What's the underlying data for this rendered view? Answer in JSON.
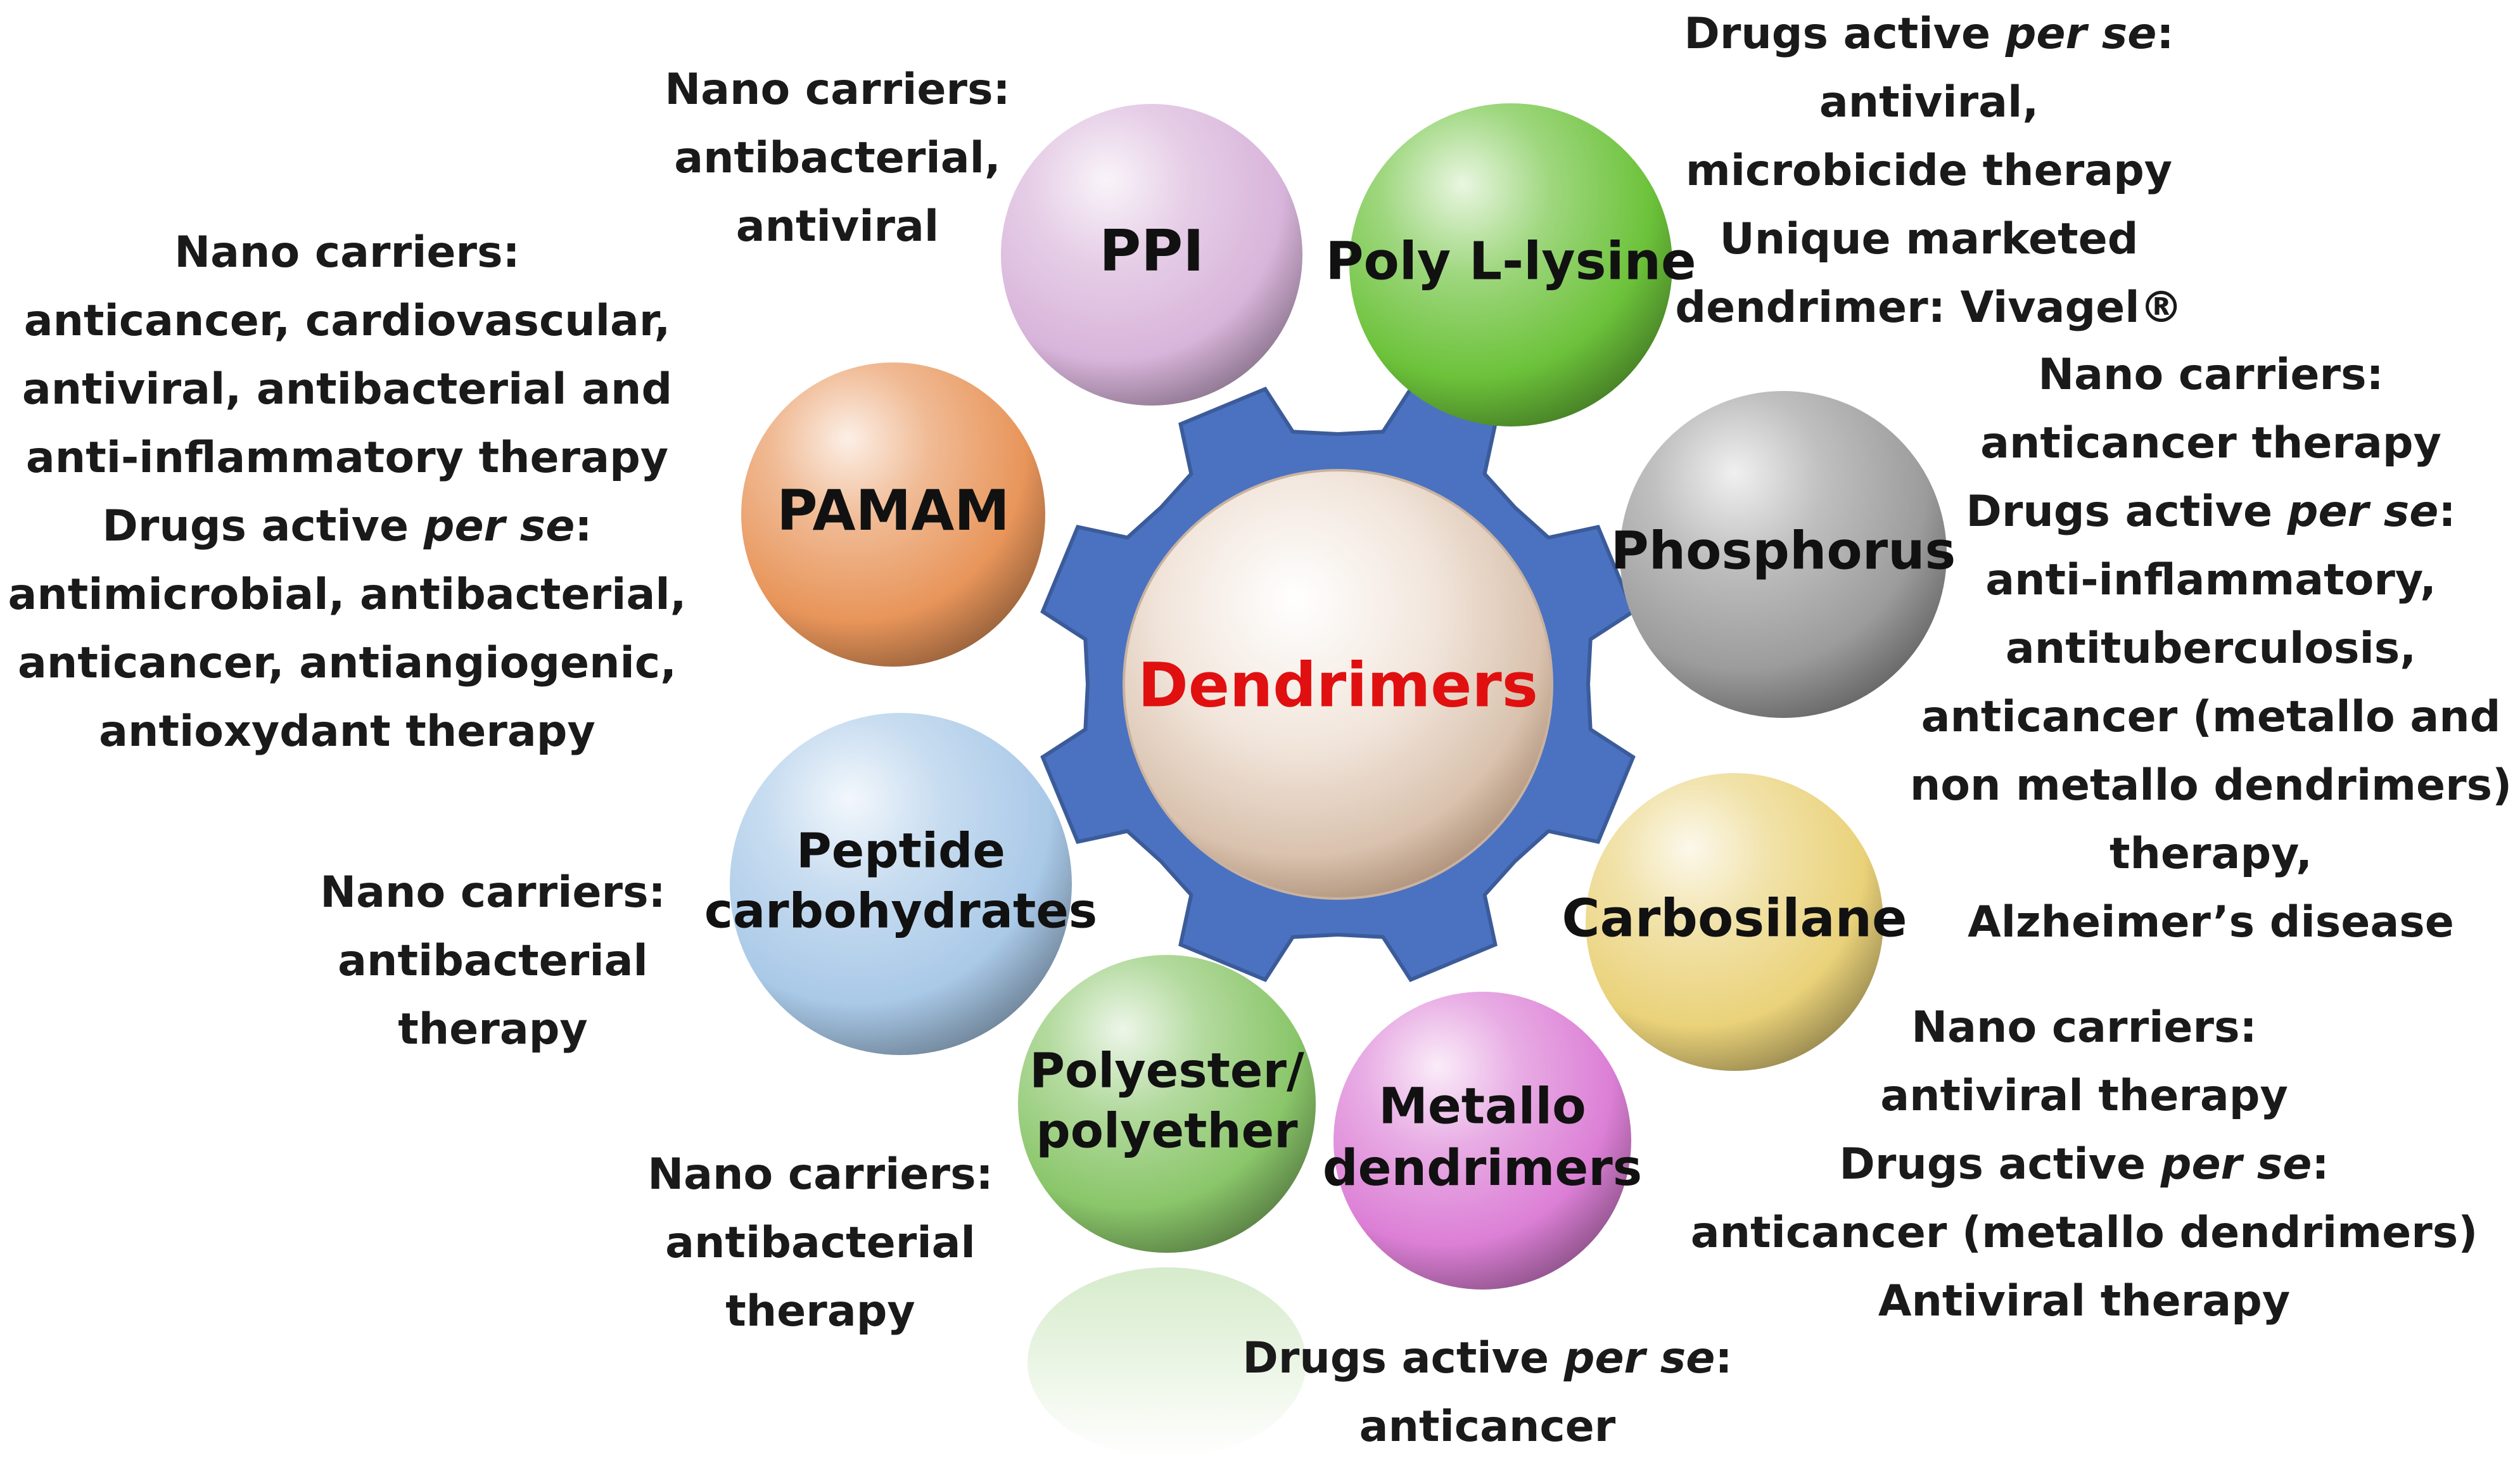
{
  "center": {
    "label": "Dendrimers",
    "color": "#e01010"
  },
  "gear_color": "#4a72c0",
  "nodes": [
    {
      "key": "ppi",
      "lines": [
        "PPI"
      ],
      "color": "#d8b4da"
    },
    {
      "key": "polylysine",
      "lines": [
        "Poly L-lysine"
      ],
      "color": "#6cc23a"
    },
    {
      "key": "phosphorus",
      "lines": [
        "Phosphorus"
      ],
      "color": "#9c9c9c"
    },
    {
      "key": "carbosilane",
      "lines": [
        "Carbosilane"
      ],
      "color": "#ead27a"
    },
    {
      "key": "metallo",
      "lines": [
        "Metallo",
        "dendrimers"
      ],
      "color": "#dc7fd6"
    },
    {
      "key": "polyester",
      "lines": [
        "Polyester/",
        "polyether"
      ],
      "color": "#8ac66a"
    },
    {
      "key": "peptide",
      "lines": [
        "Peptide",
        "carbohydrates"
      ],
      "color": "#a9c9e8"
    },
    {
      "key": "pamam",
      "lines": [
        "PAMAM"
      ],
      "color": "#e8955a"
    }
  ],
  "annotations": [
    {
      "key": "ppi",
      "lines": [
        [
          {
            "t": "Nano carriers:"
          }
        ],
        [
          {
            "t": "antibacterial,"
          }
        ],
        [
          {
            "t": "antiviral"
          }
        ]
      ]
    },
    {
      "key": "polylysine",
      "lines": [
        [
          {
            "t": "Drugs active "
          },
          {
            "t": "per se",
            "i": true
          },
          {
            "t": ":"
          }
        ],
        [
          {
            "t": "antiviral,"
          }
        ],
        [
          {
            "t": "microbicide therapy"
          }
        ],
        [
          {
            "t": "Unique marketed"
          }
        ],
        [
          {
            "t": "dendrimer: Vivagel®"
          }
        ]
      ]
    },
    {
      "key": "pamam",
      "lines": [
        [
          {
            "t": "Nano carriers:"
          }
        ],
        [
          {
            "t": "anticancer, cardiovascular,"
          }
        ],
        [
          {
            "t": "antiviral, antibacterial and"
          }
        ],
        [
          {
            "t": "anti-inflammatory therapy"
          }
        ],
        [
          {
            "t": "Drugs active "
          },
          {
            "t": "per se",
            "i": true
          },
          {
            "t": ":"
          }
        ],
        [
          {
            "t": "antimicrobial, antibacterial,"
          }
        ],
        [
          {
            "t": "anticancer, antiangiogenic,"
          }
        ],
        [
          {
            "t": "antioxydant therapy"
          }
        ]
      ]
    },
    {
      "key": "phosphorus",
      "lines": [
        [
          {
            "t": "Nano carriers:"
          }
        ],
        [
          {
            "t": "anticancer therapy"
          }
        ],
        [
          {
            "t": "Drugs active "
          },
          {
            "t": "per se",
            "i": true
          },
          {
            "t": ":"
          }
        ],
        [
          {
            "t": "anti-inflammatory,"
          }
        ],
        [
          {
            "t": "antituberculosis,"
          }
        ],
        [
          {
            "t": "anticancer (metallo and"
          }
        ],
        [
          {
            "t": "non metallo dendrimers)"
          }
        ],
        [
          {
            "t": "therapy,"
          }
        ],
        [
          {
            "t": "Alzheimer’s disease"
          }
        ]
      ]
    },
    {
      "key": "peptide",
      "lines": [
        [
          {
            "t": "Nano carriers:"
          }
        ],
        [
          {
            "t": "antibacterial"
          }
        ],
        [
          {
            "t": "therapy"
          }
        ]
      ]
    },
    {
      "key": "carbosilane",
      "lines": [
        [
          {
            "t": "Nano carriers:"
          }
        ],
        [
          {
            "t": "antiviral therapy"
          }
        ],
        [
          {
            "t": "Drugs active "
          },
          {
            "t": "per se",
            "i": true
          },
          {
            "t": ":"
          }
        ],
        [
          {
            "t": "anticancer (metallo dendrimers)"
          }
        ],
        [
          {
            "t": "Antiviral therapy"
          }
        ]
      ]
    },
    {
      "key": "polyester",
      "lines": [
        [
          {
            "t": "Nano carriers:"
          }
        ],
        [
          {
            "t": "antibacterial"
          }
        ],
        [
          {
            "t": "therapy"
          }
        ]
      ]
    },
    {
      "key": "metallo",
      "lines": [
        [
          {
            "t": "Drugs active "
          },
          {
            "t": "per se",
            "i": true
          },
          {
            "t": ":"
          }
        ],
        [
          {
            "t": "anticancer"
          }
        ]
      ]
    }
  ]
}
